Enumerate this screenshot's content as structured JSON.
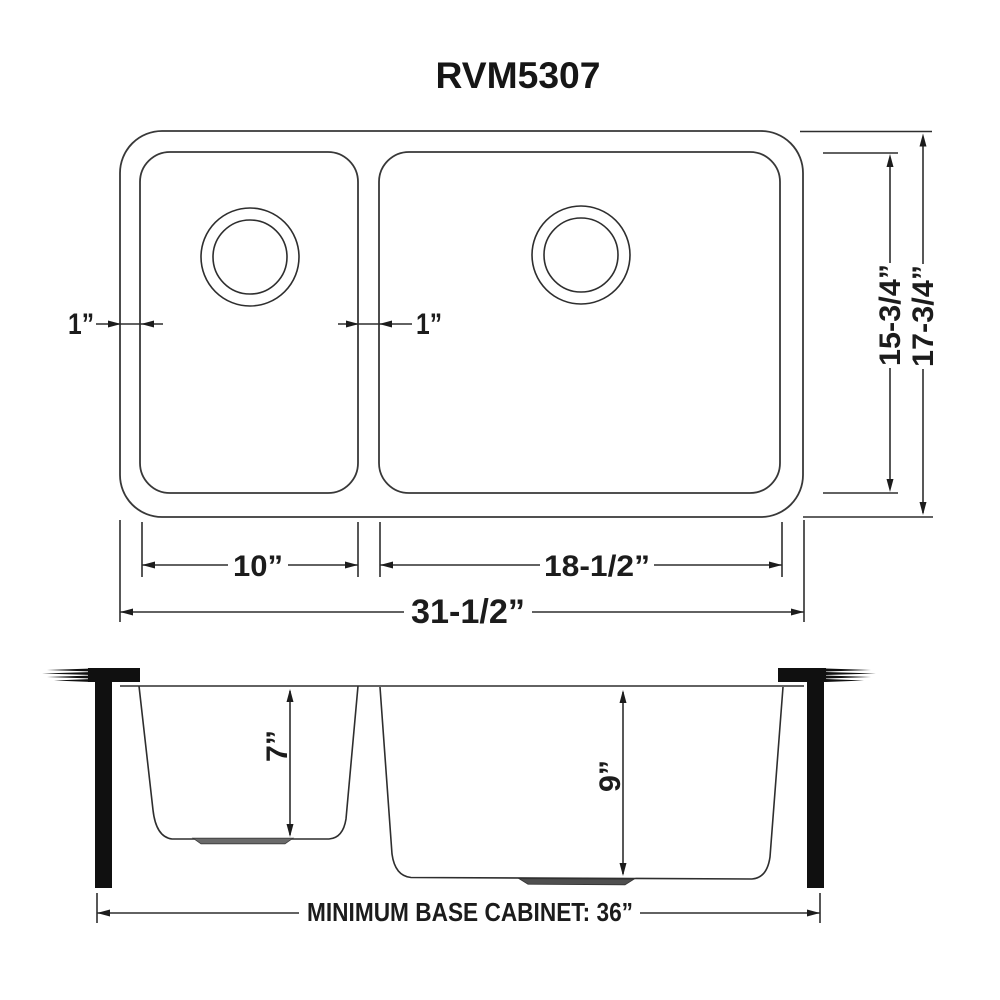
{
  "title": "RVM5307",
  "colors": {
    "line": "#2e2e2e",
    "text": "#1c1c1c",
    "background": "#ffffff",
    "drain_plate": "#5a5a5a"
  },
  "top_view": {
    "dim_left_rim_wall": "1”",
    "dim_center_divider": "1”",
    "dim_left_bowl_width": "10”",
    "dim_right_bowl_width": "18-1/2”",
    "dim_overall_width": "31-1/2”",
    "dim_bowl_front_to_back": "15-3/4”",
    "dim_overall_front_to_back": "17-3/4”"
  },
  "section_view": {
    "dim_left_bowl_depth": "7”",
    "dim_right_bowl_depth": "9”",
    "dim_min_base_cabinet": "MINIMUM BASE CABINET: 36”"
  }
}
